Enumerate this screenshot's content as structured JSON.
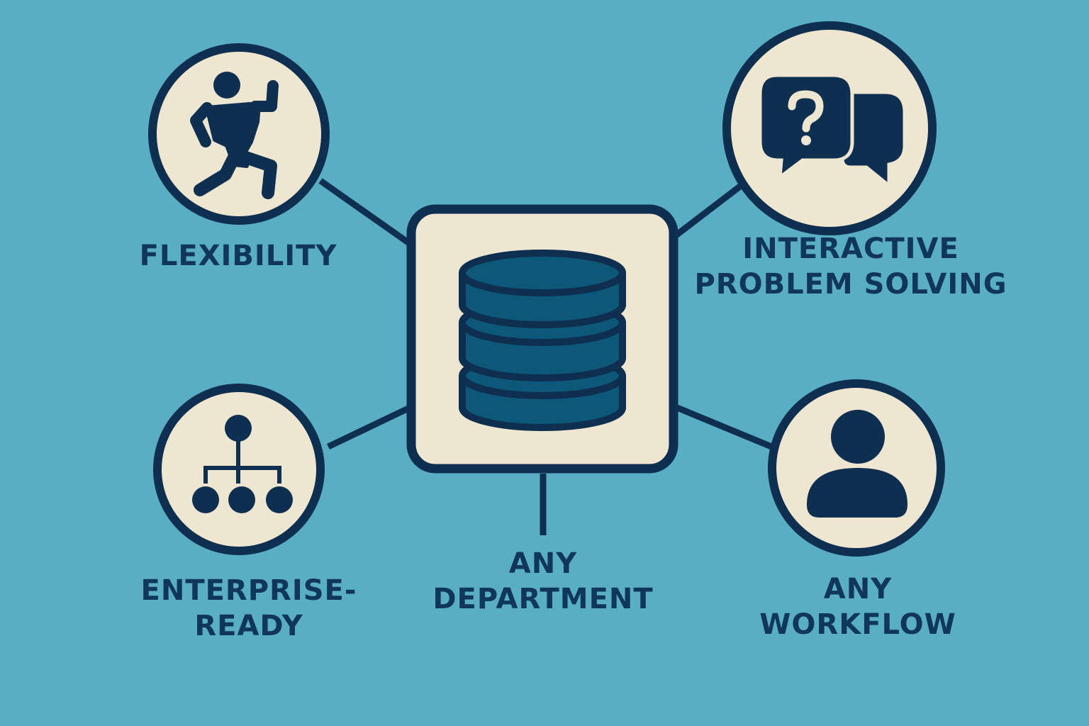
{
  "colors": {
    "background": "#5aaec4",
    "navy": "#0e2f4f",
    "cream": "#efe6d2",
    "database_fill": "#0d5878",
    "label_text": "#10365a"
  },
  "center": {
    "name": "database",
    "icon": "database-icon"
  },
  "nodes": [
    {
      "id": "flexibility",
      "icon": "running-person-icon",
      "label_lines": [
        "FLEXIBILITY"
      ]
    },
    {
      "id": "interactive",
      "icon": "question-chat-bubbles-icon",
      "label_lines": [
        "INTERACTIVE",
        "PROBLEM SOLVING"
      ]
    },
    {
      "id": "enterprise",
      "icon": "org-hierarchy-icon",
      "label_lines": [
        "ENTERPRISE-",
        "READY"
      ]
    },
    {
      "id": "workflow",
      "icon": "user-icon",
      "label_lines": [
        "ANY",
        "WORKFLOW"
      ]
    }
  ],
  "center_label_lines": [
    "ANY",
    "DEPARTMENT"
  ]
}
